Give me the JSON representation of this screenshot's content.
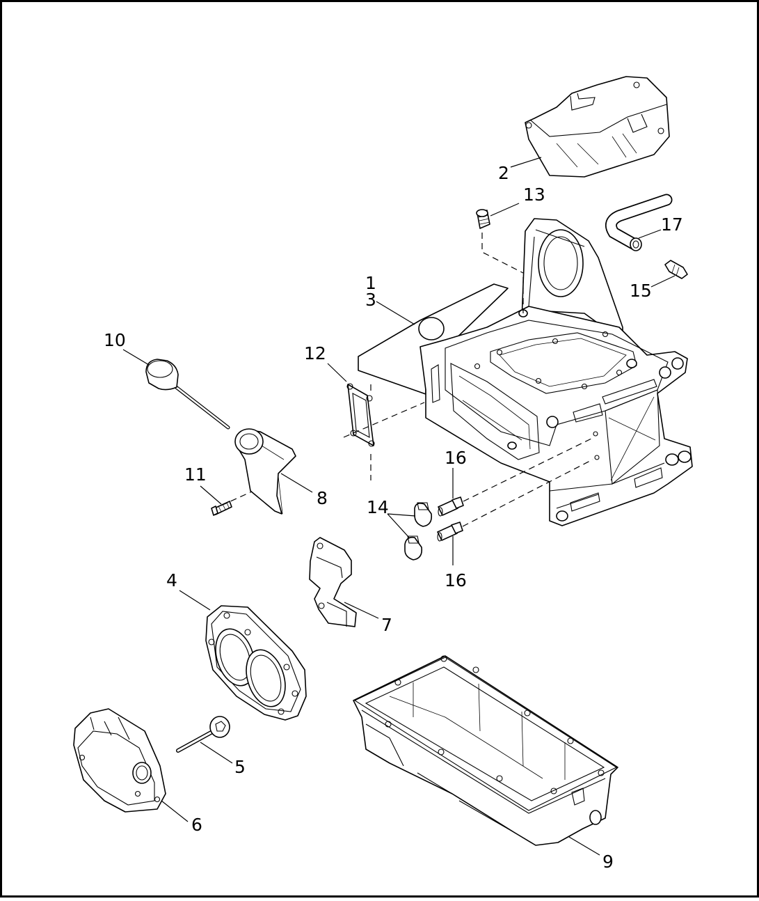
{
  "diagram": {
    "callouts": [
      {
        "id": "c1",
        "text": "1"
      },
      {
        "id": "c2",
        "text": "2"
      },
      {
        "id": "c3",
        "text": "3"
      },
      {
        "id": "c4",
        "text": "4"
      },
      {
        "id": "c5",
        "text": "5"
      },
      {
        "id": "c6",
        "text": "6"
      },
      {
        "id": "c7",
        "text": "7"
      },
      {
        "id": "c8",
        "text": "8"
      },
      {
        "id": "c9",
        "text": "9"
      },
      {
        "id": "c10",
        "text": "10"
      },
      {
        "id": "c11",
        "text": "11"
      },
      {
        "id": "c12",
        "text": "12"
      },
      {
        "id": "c13",
        "text": "13"
      },
      {
        "id": "c14",
        "text": "14"
      },
      {
        "id": "c15",
        "text": "15"
      },
      {
        "id": "c16a",
        "text": "16"
      },
      {
        "id": "c16b",
        "text": "16"
      },
      {
        "id": "c17",
        "text": "17"
      }
    ]
  }
}
